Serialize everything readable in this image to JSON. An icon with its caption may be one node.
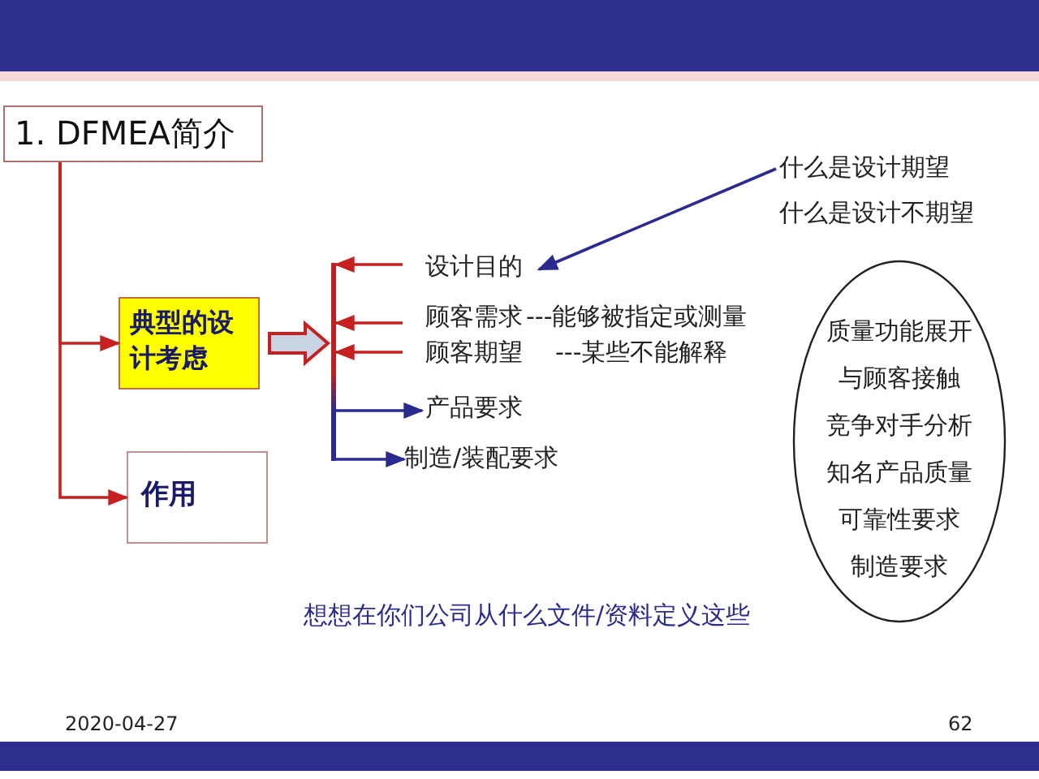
{
  "diagram": {
    "nodes": [
      {
        "text": [
          "1. DFMEA简介"
        ]
      },
      {
        "text": [
          "典型的设计考虑"
        ]
      },
      {
        "text": [
          "作用"
        ]
      },
      {
        "text": [],
        "shape": "bar"
      },
      {
        "text": [
          "设计目的"
        ]
      },
      {
        "text": [
          "顾客需求",
          "---能够被指定或测量"
        ]
      },
      {
        "text": [
          "顾客期望",
          "---某些不能解释"
        ]
      },
      {
        "text": [
          "产品要求"
        ]
      },
      {
        "text": [
          "制造/装配要求"
        ]
      },
      {
        "text": [
          "什么是设计期望",
          "什么是设计不期望"
        ]
      },
      {
        "text": [
          "质量功能展开",
          "与顾客接触",
          "竞争对手分析",
          "知名产品质量",
          "可靠性要求",
          "制造要求"
        ]
      }
    ],
    "edges": [
      {
        "from": 0,
        "to": 1,
        "arrow": "to"
      },
      {
        "from": 0,
        "to": 2,
        "arrow": "to"
      },
      {
        "from": 1,
        "to": 3,
        "arrow": "to",
        "style": "thick"
      },
      {
        "from": 4,
        "to": 3,
        "arrow": "to"
      },
      {
        "from": 5,
        "to": 3,
        "arrow": "to"
      },
      {
        "from": 6,
        "to": 3,
        "arrow": "to"
      },
      {
        "from": 3,
        "to": 7,
        "arrow": "to",
        "color": "#2b2b8f"
      },
      {
        "from": 3,
        "to": 8,
        "arrow": "to",
        "color": "#2b2b8f"
      },
      {
        "from": 9,
        "to": 4,
        "arrow": "to",
        "color": "#2b2b8f"
      }
    ],
    "labels": [
      "想想在你们公司从什么文件/资料定义这些",
      "2020-04-27",
      "62"
    ]
  }
}
